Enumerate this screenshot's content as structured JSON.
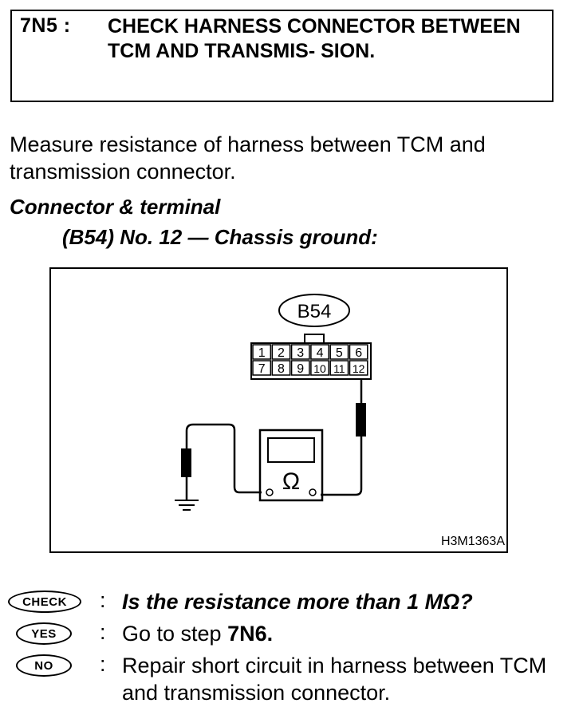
{
  "header": {
    "step_id": "7N5 :",
    "title": "CHECK HARNESS CONNECTOR BETWEEN TCM AND TRANSMIS- SION."
  },
  "intro": "Measure resistance of harness between TCM and transmission connector.",
  "connector": {
    "heading": "Connector & terminal",
    "spec": "(B54) No. 12 — Chassis ground:"
  },
  "diagram": {
    "connector_label": "B54",
    "pins_top": [
      "1",
      "2",
      "3",
      "4",
      "5",
      "6"
    ],
    "pins_bottom": [
      "7",
      "8",
      "9",
      "10",
      "11",
      "12"
    ],
    "meter_symbol": "Ω",
    "figure_id": "H3M1363A"
  },
  "check": {
    "badge": "CHECK",
    "question": "Is the resistance more than 1 MΩ?"
  },
  "yes": {
    "badge": "YES",
    "text_prefix": "Go to step ",
    "step": "7N6."
  },
  "no": {
    "badge": "NO",
    "text": "Repair short circuit in harness between TCM and transmission connector."
  }
}
